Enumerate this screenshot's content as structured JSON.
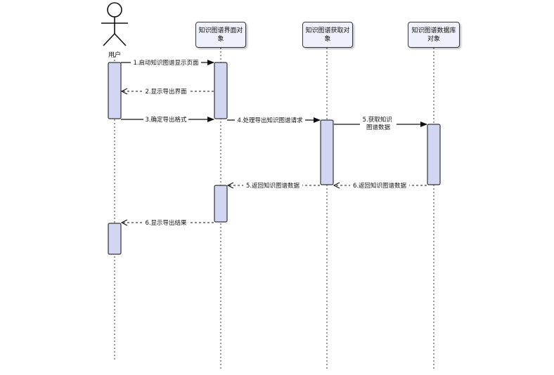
{
  "actor": {
    "label": "用户"
  },
  "objects": [
    {
      "id": "ui",
      "label": "知识图谱界面对象"
    },
    {
      "id": "fetch",
      "label": "知识图谱获取对象"
    },
    {
      "id": "db",
      "label": "知识图谱数据库对象"
    }
  ],
  "messages": [
    {
      "id": "m1",
      "label": "1.启动知识图谱显示页面",
      "style": "solid"
    },
    {
      "id": "m2",
      "label": "2.显示导出界面",
      "style": "dashed"
    },
    {
      "id": "m3",
      "label": "3.确定导出格式",
      "style": "solid"
    },
    {
      "id": "m4",
      "label": "4.处理导出知识图谱请求",
      "style": "solid"
    },
    {
      "id": "m5",
      "label": "5.获取知识\n图谱数据",
      "style": "solid"
    },
    {
      "id": "m6",
      "label": "6.返回知识图谱数据",
      "style": "dashed"
    },
    {
      "id": "m7",
      "label": "5.返回知识图谱数据",
      "style": "dashed"
    },
    {
      "id": "m8",
      "label": "6.显示导出结果",
      "style": "dashed"
    }
  ],
  "colors": {
    "activation_fill": "#d2d6f2",
    "line": "#222222",
    "box_fill": "#eef1fb"
  }
}
